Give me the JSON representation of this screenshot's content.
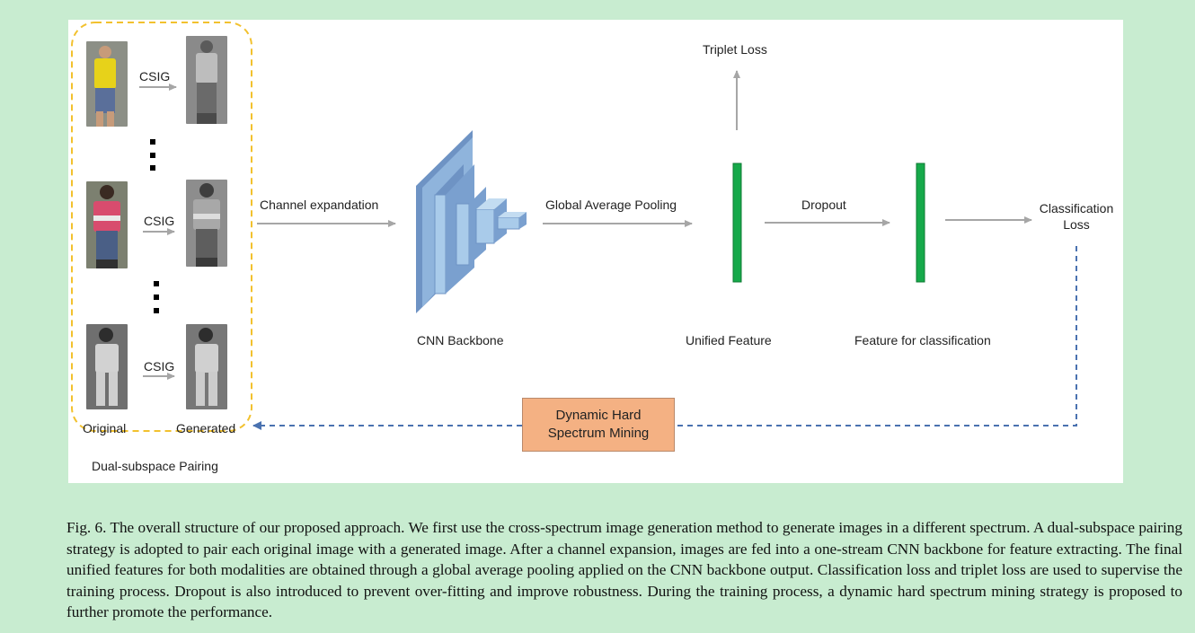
{
  "figure": {
    "pairs": [
      {
        "csig": "CSIG",
        "original": {
          "shirt": "#e7d21a",
          "pants": "#5a6f9a",
          "skin": "#c79b7a",
          "bg": "#8c8f86"
        },
        "generated": {
          "shirt": "#bdbdbd",
          "pants": "#6a6a6a",
          "bg": "#8a8a8a"
        }
      },
      {
        "csig": "CSIG",
        "original": {
          "shirt": "#d84c6e",
          "pants": "#4a5f86",
          "skin": "#c79b7a",
          "bg": "#7c8070"
        },
        "generated": {
          "shirt": "#a8a8a8",
          "pants": "#5e5e5e",
          "bg": "#8d8d8d"
        }
      },
      {
        "csig": "CSIG",
        "original": {
          "shirt": "#d2d2d2",
          "pants": "#cfcfcf",
          "skin": "#9a9a9a",
          "bg": "#6f6f6f"
        },
        "generated": {
          "shirt": "#d0d0d0",
          "pants": "#cccccc",
          "bg": "#777777"
        }
      }
    ],
    "labels": {
      "original": "Original",
      "generated": "Generated",
      "dual_subspace": "Dual-subspace Pairing",
      "channel_expansion": "Channel expandation",
      "cnn_backbone": "CNN Backbone",
      "gap": "Global Average Pooling",
      "unified_feature": "Unified Feature",
      "triplet_loss": "Triplet Loss",
      "dropout": "Dropout",
      "feature_classification": "Feature for classification",
      "classification_loss_line1": "Classification",
      "classification_loss_line2": "Loss",
      "mining_line1": "Dynamic Hard",
      "mining_line2": "Spectrum Mining"
    },
    "colors": {
      "dashed_box": "#f2c12e",
      "arrow": "#a6a6a6",
      "feedback": "#4a72b0",
      "backbone_front": "#9dc3e6",
      "backbone_side": "#6e93c4",
      "feature_bar": "#16a94a",
      "mining_box": "#f4b183"
    }
  },
  "caption": "Fig. 6.  The overall structure of our proposed approach. We first use the cross-spectrum image generation method to generate images in a different spectrum. A dual-subspace pairing strategy is adopted to pair each original image with a generated image. After a channel expansion, images are fed into a one-stream CNN backbone for feature extracting. The final unified features for both modalities are obtained through a global average pooling applied on the CNN backbone output. Classification loss and triplet loss are used to supervise the training process. Dropout is also introduced to prevent over-fitting and improve robustness. During the training process, a dynamic hard spectrum mining strategy is proposed to further promote the performance."
}
